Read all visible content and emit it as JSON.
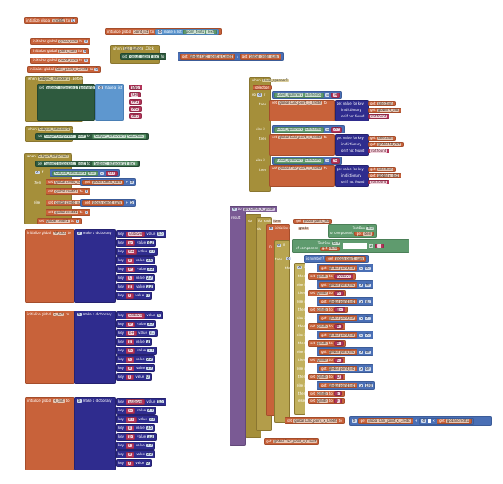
{
  "workspace": {
    "globals": [
      {
        "name": "credit1",
        "value": "0"
      },
      {
        "name": "point_list",
        "value_label": "make a list",
        "items": [
          "point_text1",
          "Text"
        ]
      },
      {
        "name": "grade_sum",
        "value": "0"
      },
      {
        "name": "point_sum",
        "value": "0"
      },
      {
        "name": "credit_sum",
        "value": "0"
      },
      {
        "name": "Calc_point_x_Credit",
        "value": "0"
      }
    ],
    "labels": {
      "initialize_global": "initialize global",
      "to": "to",
      "when": "when",
      "do": "do",
      "set": "set",
      "get": "get",
      "then": "then",
      "else": "else",
      "else_if": "else if",
      "if": "if",
      "make_a_list": "make a list",
      "make_a_dictionary": "make a dictionary",
      "key": "key",
      "value": "value",
      "get_value_for_key": "get value for key",
      "in_dictionary": "in dictionary",
      "or_if_not_found": "or if not found",
      "not_found": "not found",
      "result": "result",
      "for_each": "for each",
      "in_list": "in list",
      "initialize_local": "initialize local",
      "in": "in",
      "of_component": "of component",
      "is_number": "is number?",
      "divide": "/",
      "plus": "+",
      "times": "×",
      "eq": "=",
      "gte": "≥",
      "neq": "≠"
    },
    "gpa_button_click": {
      "component": "Gpa_button",
      "event": ".Click",
      "set_component": "Result_label",
      "set_prop": "Text",
      "numerator": "global Calc_point_x_Credit",
      "denominator": "global credit_sum"
    },
    "before_picking": {
      "component": "Subject_listpicker1",
      "event": ".BeforePicking",
      "prop": "Elements",
      "items": [
        "ENG",
        "CHI",
        "AP1",
        "AP2",
        "AP3"
      ]
    },
    "after_picking": {
      "component": "Subject_listpicker1",
      "event": ".AfterPicking",
      "prop": "Text",
      "source_prop": "Selection"
    },
    "touch_down": {
      "component": "Subject_listpicker1",
      "event": ".TouchDown",
      "compare_text": "CHI",
      "then_sum_var": "global credit_sum",
      "then_sum_get": "global credit_sum",
      "then_add": "3",
      "then_credit": "3",
      "else_sum_var": "global credit_sum",
      "else_sum_get": "global credit_sum",
      "else_add": "5",
      "else_credit": "5",
      "final_credit_var": "global credit1",
      "final_credit": "0"
    },
    "dicts": [
      {
        "name": "AP_dict",
        "entries": [
          {
            "key": "A/above",
            "value": "4.5"
          },
          {
            "key": "A-",
            "value": "4.2"
          },
          {
            "key": "B+",
            "value": "3.8"
          },
          {
            "key": "B",
            "value": "3.5"
          },
          {
            "key": "B-",
            "value": "3.2"
          },
          {
            "key": "C",
            "value": "2.7"
          },
          {
            "key": "D",
            "value": "2.2"
          },
          {
            "key": "F",
            "value": "0"
          }
        ]
      },
      {
        "name": "S_dict",
        "entries": [
          {
            "key": "A/above",
            "value": "4"
          },
          {
            "key": "A-",
            "value": "3.7"
          },
          {
            "key": "B+",
            "value": "3.3"
          },
          {
            "key": "B",
            "value": "3"
          },
          {
            "key": "B-",
            "value": "2.7"
          },
          {
            "key": "C",
            "value": "2.2"
          },
          {
            "key": "D",
            "value": "1.7"
          },
          {
            "key": "F",
            "value": "0"
          }
        ]
      },
      {
        "name": "H_dict",
        "entries": [
          {
            "key": "A/above",
            "value": "4.5"
          },
          {
            "key": "A-",
            "value": "4.2"
          },
          {
            "key": "B+",
            "value": "3.8"
          },
          {
            "key": "B",
            "value": "3.5"
          },
          {
            "key": "B-",
            "value": "3.2"
          },
          {
            "key": "C",
            "value": "2.7"
          },
          {
            "key": "D",
            "value": "2.2"
          },
          {
            "key": "F",
            "value": "0"
          }
        ]
      }
    ],
    "level_spinner": {
      "component": "Level_spanner1",
      "event": ".AfterSelecting",
      "param": "selection",
      "prop": "Elements",
      "branches": [
        {
          "compare": "H",
          "dict": "global H_dict"
        },
        {
          "compare": "AP",
          "dict": "global AP_dict"
        },
        {
          "compare": "S",
          "dict": "global S_dict"
        }
      ],
      "target": "global Calc_point_x_Credit",
      "key_get": "selection"
    },
    "procedure": {
      "name": "get_credit_x_grade",
      "for_item": "item",
      "list": "global point_list",
      "local_var": "grade",
      "textbox_comp": "TextBox",
      "textbox_prop": "Text",
      "item_get": "item",
      "empty_text": "",
      "number_check": "global point_sum",
      "point_get": "global point_list",
      "thresholds": [
        {
          "min": "93",
          "grade": "A/above"
        },
        {
          "min": "90",
          "grade": "A-"
        },
        {
          "min": "83",
          "grade": "B+"
        },
        {
          "min": "77",
          "grade": "B"
        },
        {
          "min": "73",
          "grade": "B-"
        },
        {
          "min": "66",
          "grade": "C"
        },
        {
          "min": "60",
          "grade": "D"
        },
        {
          "min": "100",
          "grade": "F"
        }
      ],
      "else_grade": "F",
      "accum_var": "global Calc_point_x_Credit",
      "accum_get": "global Calc_point_x_Credit",
      "credit_get": "global credit1",
      "result_get": "global Calc_point_x_Credit"
    }
  }
}
